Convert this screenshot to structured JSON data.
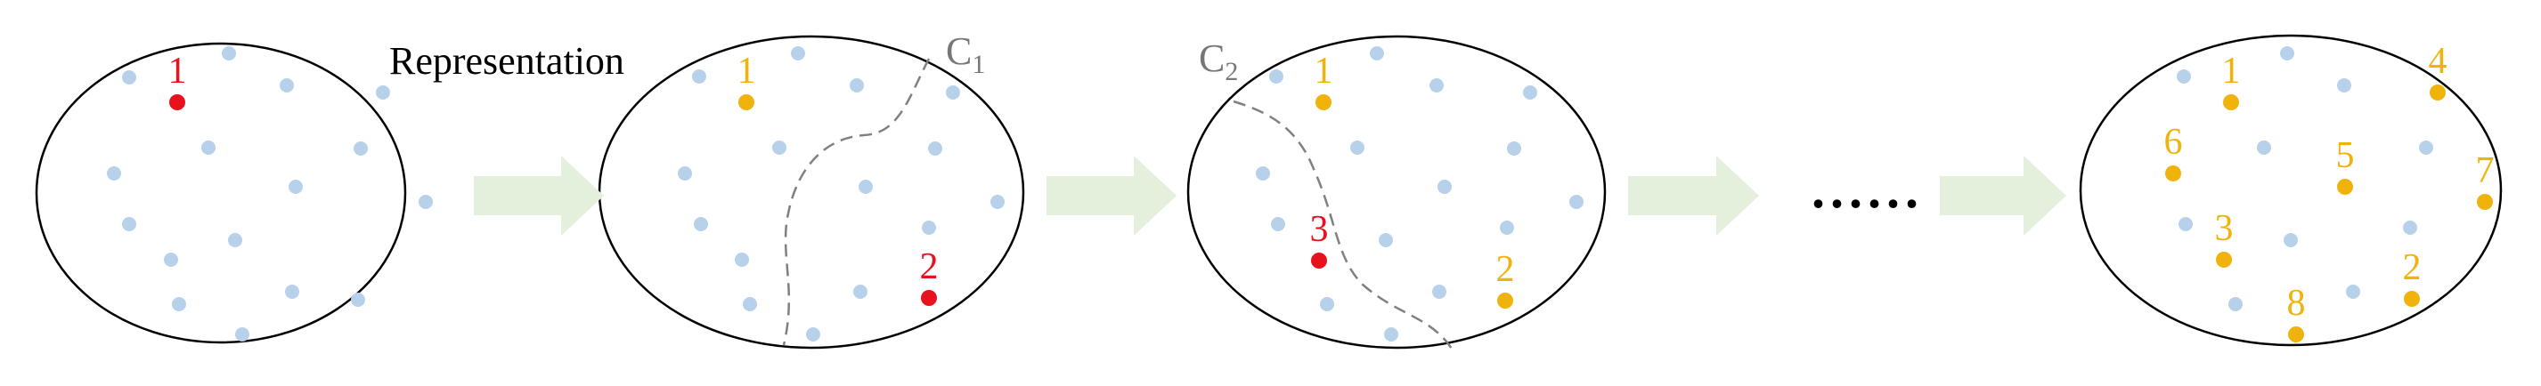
{
  "caption": "Representation",
  "cut_labels": [
    "C",
    "C"
  ],
  "cut_subscripts": [
    "1",
    "2"
  ],
  "ellipsis": "......",
  "colors": {
    "background_point": "#b8d1ea",
    "new_sample": "#e8121e",
    "selected_sample": "#f0b30c",
    "arrow": "#e4f0dc",
    "outline": "#000000",
    "cut_line": "#808080"
  },
  "stages": [
    {
      "samples": [
        {
          "label": "1",
          "state": "new"
        }
      ]
    },
    {
      "samples": [
        {
          "label": "1",
          "state": "selected"
        },
        {
          "label": "2",
          "state": "new"
        }
      ]
    },
    {
      "samples": [
        {
          "label": "1",
          "state": "selected"
        },
        {
          "label": "3",
          "state": "new"
        },
        {
          "label": "2",
          "state": "selected"
        }
      ]
    },
    {
      "samples": [
        {
          "label": "1",
          "state": "selected"
        },
        {
          "label": "4",
          "state": "selected"
        },
        {
          "label": "6",
          "state": "selected"
        },
        {
          "label": "5",
          "state": "selected"
        },
        {
          "label": "7",
          "state": "selected"
        },
        {
          "label": "3",
          "state": "selected"
        },
        {
          "label": "2",
          "state": "selected"
        },
        {
          "label": "8",
          "state": "selected"
        }
      ]
    }
  ]
}
